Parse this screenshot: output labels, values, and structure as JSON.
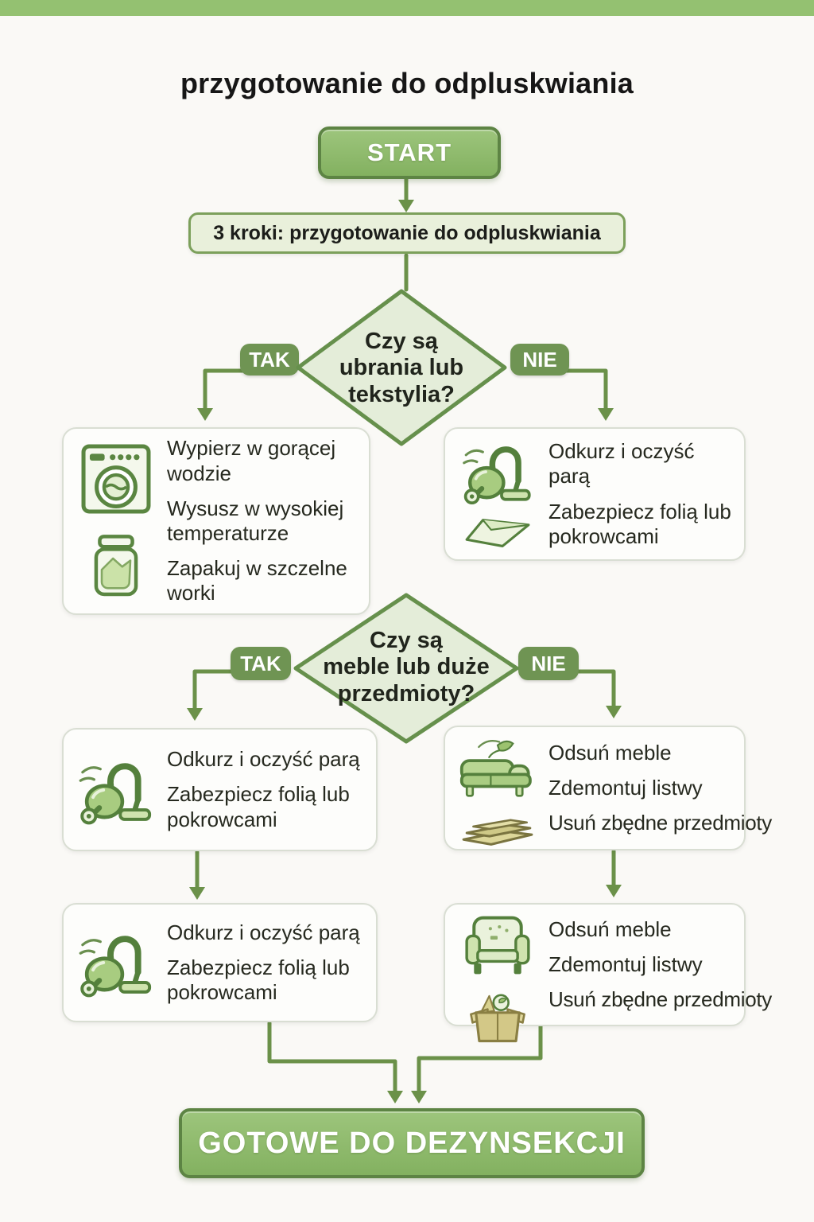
{
  "page": {
    "title": "przygotowanie do odpluskwiania"
  },
  "flow": {
    "start_label": "START",
    "steps_label": "3 kroki: przygotowanie do odpluskwiania",
    "end_label": "GOTOWE DO DEZYNSEKCJI",
    "yes_label": "TAK",
    "no_label": "NIE",
    "decision1": {
      "question": "Czy są ubrania lub tekstylia?",
      "lines": [
        "Czy są",
        "ubrania lub",
        "tekstylia?"
      ]
    },
    "decision2": {
      "question": "Czy są meble lub duże przedmioty?",
      "lines": [
        "Czy są",
        "meble lub duże",
        "przedmioty?"
      ]
    },
    "boxes": {
      "wash": {
        "icons": [
          "washing-machine-icon",
          "sealed-bag-icon"
        ],
        "items": [
          "Wypierz w gorącej wodzie",
          "Wysusz w wysokiej temperaturze",
          "Zapakuj w szczelne worki"
        ]
      },
      "vacuum1": {
        "icons": [
          "vacuum-cleaner-icon",
          "foil-sheet-icon"
        ],
        "items": [
          "Odkurz i oczyść parą",
          "Zabezpiecz folią lub pokrowcami"
        ]
      },
      "vacuum2": {
        "icons": [
          "vacuum-cleaner-icon"
        ],
        "items": [
          "Odkurz i oczyść parą",
          "Zabezpiecz folią lub pokrowcami"
        ]
      },
      "furniture1": {
        "icons": [
          "sofa-icon",
          "planks-icon"
        ],
        "items": [
          "Odsuń meble",
          "Zdemontuj listwy",
          "Usuń zbędne przedmioty"
        ]
      },
      "vacuum3": {
        "icons": [
          "vacuum-cleaner-icon"
        ],
        "items": [
          "Odkurz i oczyść parą",
          "Zabezpiecz folią lub pokrowcami"
        ]
      },
      "furniture2": {
        "icons": [
          "armchair-icon",
          "cardboard-box-icon"
        ],
        "items": [
          "Odsuń meble",
          "Zdemontuj listwy",
          "Usuń zbędne przedmioty"
        ]
      }
    }
  },
  "colors": {
    "top_bar": "#94c171",
    "connector": "#6b9149",
    "diamond_fill": "#e4edd9",
    "diamond_border": "#66904c",
    "pill_fill": "#6f9453",
    "button_fill": "#8cb969",
    "button_border": "#5d8444",
    "steps_box_fill": "#e9f0db",
    "info_box_fill": "#fdfdfb",
    "info_box_border": "#d9ded3",
    "text": "#26291f"
  }
}
